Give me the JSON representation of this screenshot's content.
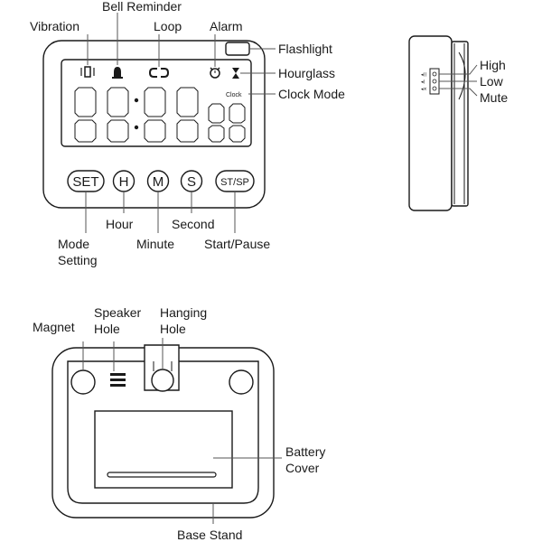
{
  "front": {
    "labels": {
      "vibration": "Vibration",
      "bell_reminder": "Bell Reminder",
      "loop": "Loop",
      "alarm": "Alarm",
      "flashlight": "Flashlight",
      "hourglass": "Hourglass",
      "clock_mode": "Clock Mode",
      "hour": "Hour",
      "minute": "Minute",
      "second": "Second",
      "start_pause": "Start/Pause",
      "mode_line1": "Mode",
      "mode_line2": "Setting"
    },
    "screen_text": "Clock",
    "buttons": [
      "SET",
      "H",
      "M",
      "S",
      "ST/SP"
    ]
  },
  "side": {
    "labels": [
      "High",
      "Low",
      "Mute"
    ]
  },
  "back": {
    "labels": {
      "magnet": "Magnet",
      "speaker_line1": "Speaker",
      "speaker_line2": "Hole",
      "hanging_line1": "Hanging",
      "hanging_line2": "Hole",
      "battery_line1": "Battery",
      "battery_line2": "Cover",
      "base_stand": "Base Stand"
    }
  }
}
